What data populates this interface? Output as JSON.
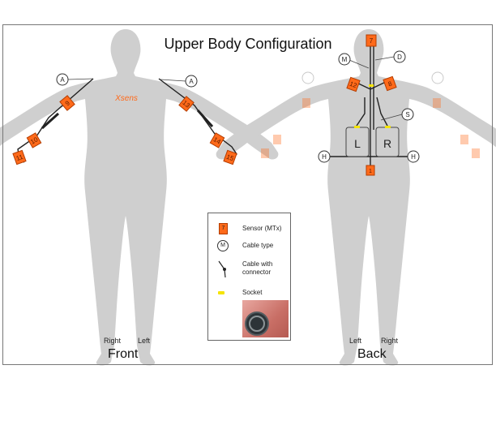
{
  "title": "Upper Body Configuration",
  "views": {
    "front": "Front",
    "back": "Back"
  },
  "front_labels": {
    "right": "Right",
    "left": "Left"
  },
  "back_labels": {
    "left": "Left",
    "right": "Right"
  },
  "brand_mark": "Xsens",
  "cable_types": {
    "A": "A",
    "M": "M",
    "D": "D",
    "S": "S",
    "H": "H"
  },
  "sensors": {
    "front": [
      "9",
      "10",
      "11",
      "13",
      "14",
      "15"
    ],
    "back": [
      "7",
      "12",
      "8",
      "1"
    ]
  },
  "battery": {
    "left": "L",
    "right": "R"
  },
  "legend": {
    "sensor_swatch": "7",
    "sensor_label": "Sensor (MTx)",
    "cable_symbol": "M",
    "cable_type_label": "Cable type",
    "cable_connector_label": "Cable with connector",
    "socket_label": "Socket"
  },
  "colors": {
    "sensor": "#ff6a1a",
    "body": "#cccccc",
    "socket": "#f5e400",
    "cable": "#222222"
  }
}
